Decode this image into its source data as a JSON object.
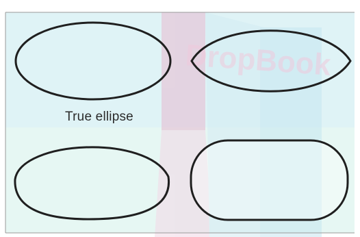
{
  "figure": {
    "caption": "True ellipse",
    "shapes": [
      {
        "name": "true-ellipse"
      },
      {
        "name": "pointed-ellipse"
      },
      {
        "name": "flattened-egg"
      },
      {
        "name": "rounded-rectangle"
      }
    ]
  },
  "watermark": {
    "text": "DropBook"
  },
  "colors": {
    "stroke": "#1f1f1f",
    "background_cyan": "#dff3f6",
    "background_mint": "#e6f7f3",
    "watermark_pink": "#e7b9d0",
    "frame": "#9a9a9a"
  }
}
